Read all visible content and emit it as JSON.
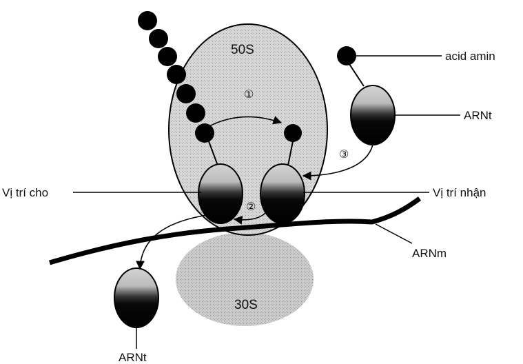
{
  "labels": {
    "large_subunit": "50S",
    "small_subunit": "30S",
    "amino_acid": "acid amin",
    "trna_incoming": "ARNt",
    "trna_exiting": "ARNt",
    "donor_site": "Vị trí cho",
    "acceptor_site": "Vị trí nhận",
    "mrna": "ARNm"
  },
  "steps": {
    "step1": "①",
    "step2": "②",
    "step3": "③"
  },
  "colors": {
    "large_subunit_fill": "#d6d6d6",
    "small_subunit_fill": "#cfcfcf",
    "bead": "#000000",
    "trna_dark": "#050505",
    "trna_light": "#bdbdbd"
  }
}
